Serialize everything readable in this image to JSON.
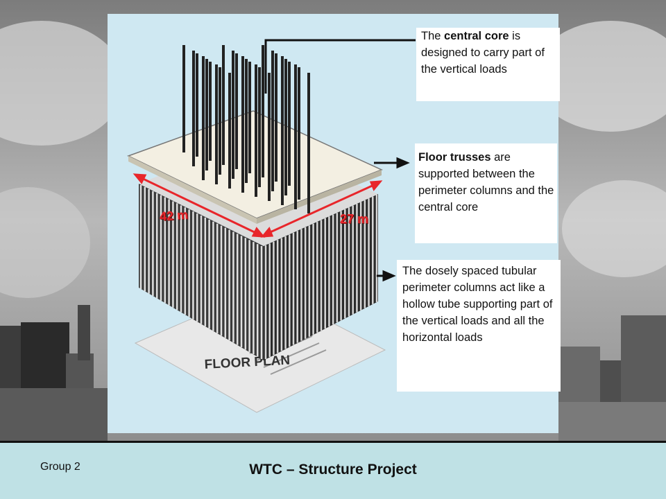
{
  "annotations": {
    "core": {
      "bold": "central core",
      "prefix": "The ",
      "rest": " is designed to carry  part of the vertical loads"
    },
    "trusses": {
      "bold": "Floor trusses",
      "rest": " are supported between the perimeter columns and the central core"
    },
    "perimeter": {
      "text": "The dosely spaced tubular perimeter columns act like a hollow tube supporting part of the vertical loads and all the horizontal loads"
    }
  },
  "dimensions": {
    "length": "42 m",
    "width": "27 m"
  },
  "floor_plan_label": "FLOOR PLAN",
  "footer": {
    "group": "Group 2",
    "title": "WTC – Structure Project"
  },
  "colors": {
    "panel": "#cfe8f2",
    "dimension": "#e8262b",
    "footer": "#bfe1e5"
  }
}
